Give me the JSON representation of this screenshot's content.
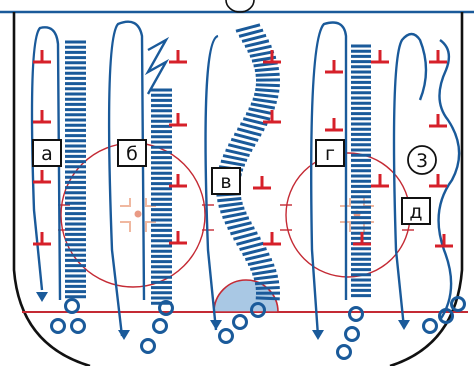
{
  "colors": {
    "blue": "#1a5a9a",
    "red": "#d6202a",
    "circle_red": "#c42a34",
    "light_blue": "#a9c8e4",
    "pink": "#f0b8a0"
  },
  "labels": {
    "a": "а",
    "b": "б",
    "v": "в",
    "g": "г",
    "d": "д",
    "zone_number": "3"
  }
}
